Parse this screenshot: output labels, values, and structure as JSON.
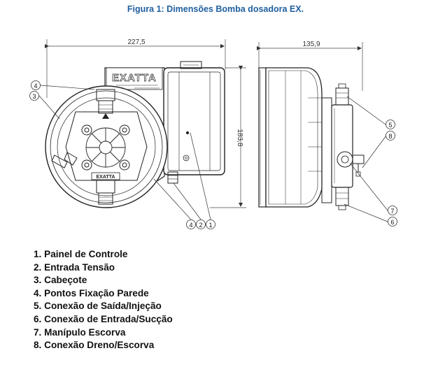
{
  "title": "Figura 1: Dimensões Bomba dosadora EX.",
  "dimensions": {
    "width": "227,5",
    "height": "183,8",
    "depth": "135,9"
  },
  "brand": {
    "logo": "EXATTA",
    "cover_label": "EXATTA"
  },
  "callouts": {
    "front_left": [
      "4",
      "3"
    ],
    "front_bottom": [
      "4",
      "2",
      "1"
    ],
    "side_right": [
      "5",
      "8",
      "7",
      "6"
    ]
  },
  "legend": [
    {
      "num": "1.",
      "text": "Painel de Controle"
    },
    {
      "num": "2.",
      "text": "Entrada Tensão"
    },
    {
      "num": "3.",
      "text": "Cabeçote"
    },
    {
      "num": "4.",
      "text": "Pontos Fixação Parede"
    },
    {
      "num": "5.",
      "text": "Conexão de Saída/Injeção"
    },
    {
      "num": "6.",
      "text": "Conexão de Entrada/Sucção"
    },
    {
      "num": "7.",
      "text": "Manípulo Escorva"
    },
    {
      "num": "8.",
      "text": "Conexão Dreno/Escorva"
    }
  ]
}
